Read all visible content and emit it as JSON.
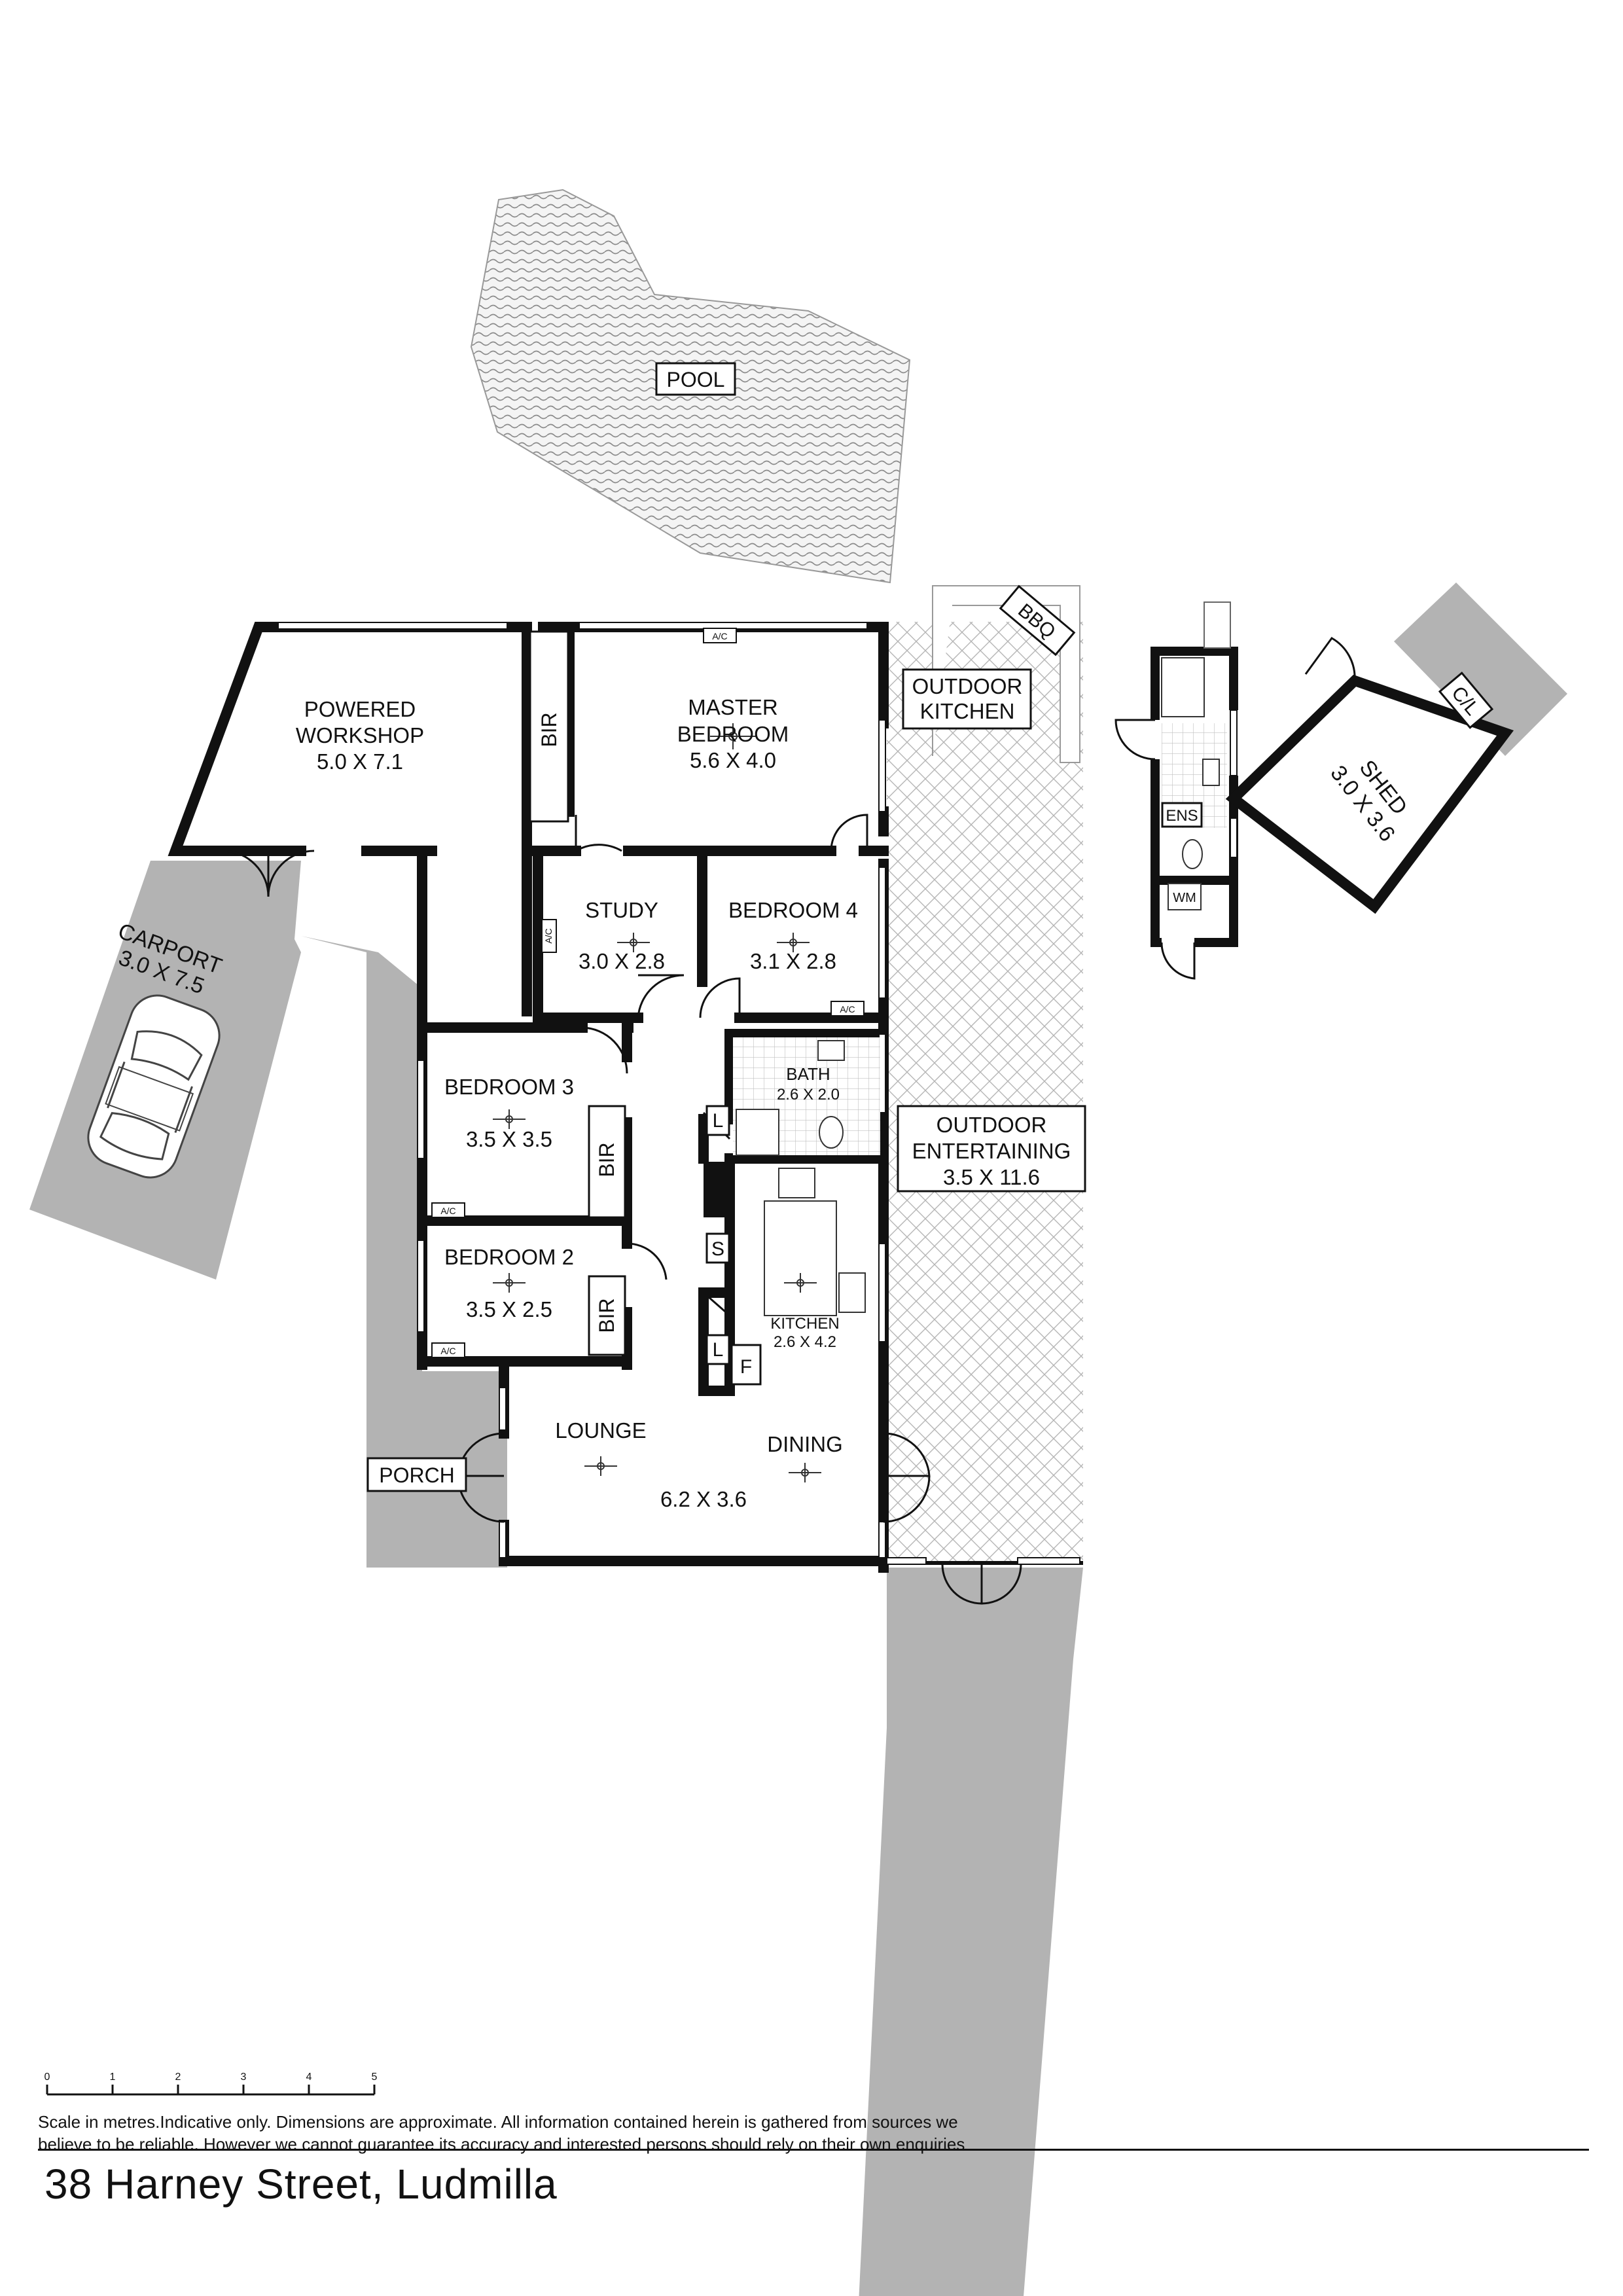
{
  "rooms": {
    "pool": "POOL",
    "workshop_l1": "POWERED",
    "workshop_l2": "WORKSHOP",
    "workshop_dim": "5.0 X 7.1",
    "bir_master": "BIR",
    "master_l1": "MASTER",
    "master_l2": "BEDROOM",
    "master_dim": "5.6 X 4.0",
    "outdoor_kitchen_l1": "OUTDOOR",
    "outdoor_kitchen_l2": "KITCHEN",
    "bbq": "BBQ",
    "carport": "CARPORT",
    "carport_dim": "3.0 X 7.5",
    "study": "STUDY",
    "study_dim": "3.0 X 2.8",
    "bedroom4": "BEDROOM 4",
    "bedroom4_dim": "3.1 X 2.8",
    "bedroom3": "BEDROOM 3",
    "bedroom3_dim": "3.5 X 3.5",
    "bir_b3": "BIR",
    "bath": "BATH",
    "bath_dim": "2.6 X 2.0",
    "l_upper": "L",
    "s": "S",
    "l_lower": "L",
    "f": "F",
    "kitchen": "KITCHEN",
    "kitchen_dim": "2.6 X 4.2",
    "bedroom2": "BEDROOM 2",
    "bedroom2_dim": "3.5 X 2.5",
    "bir_b2": "BIR",
    "outdoor_ent_l1": "OUTDOOR",
    "outdoor_ent_l2": "ENTERTAINING",
    "outdoor_ent_dim": "3.5 X 11.6",
    "lounge": "LOUNGE",
    "dining": "DINING",
    "lounge_dim": "6.2 X 3.6",
    "porch": "PORCH",
    "ens": "ENS",
    "wm": "WM",
    "shed": "SHED",
    "shed_dim": "3.0 X 3.6",
    "cl": "C/L",
    "ac": "A/C"
  },
  "scale": {
    "ticks": [
      "0",
      "1",
      "2",
      "3",
      "4",
      "5"
    ]
  },
  "disclaimer": {
    "line1": "Scale in metres.Indicative only. Dimensions are approximate. All information contained herein is gathered from sources we",
    "line2": "believe to be reliable. However we cannot guarantee its accuracy and interested persons should rely on their own enquiries"
  },
  "address": "38 Harney Street, Ludmilla",
  "colors": {
    "wall": "#111111",
    "grey_area": "#b3b3b3",
    "hatch": "#9a9a9a"
  }
}
